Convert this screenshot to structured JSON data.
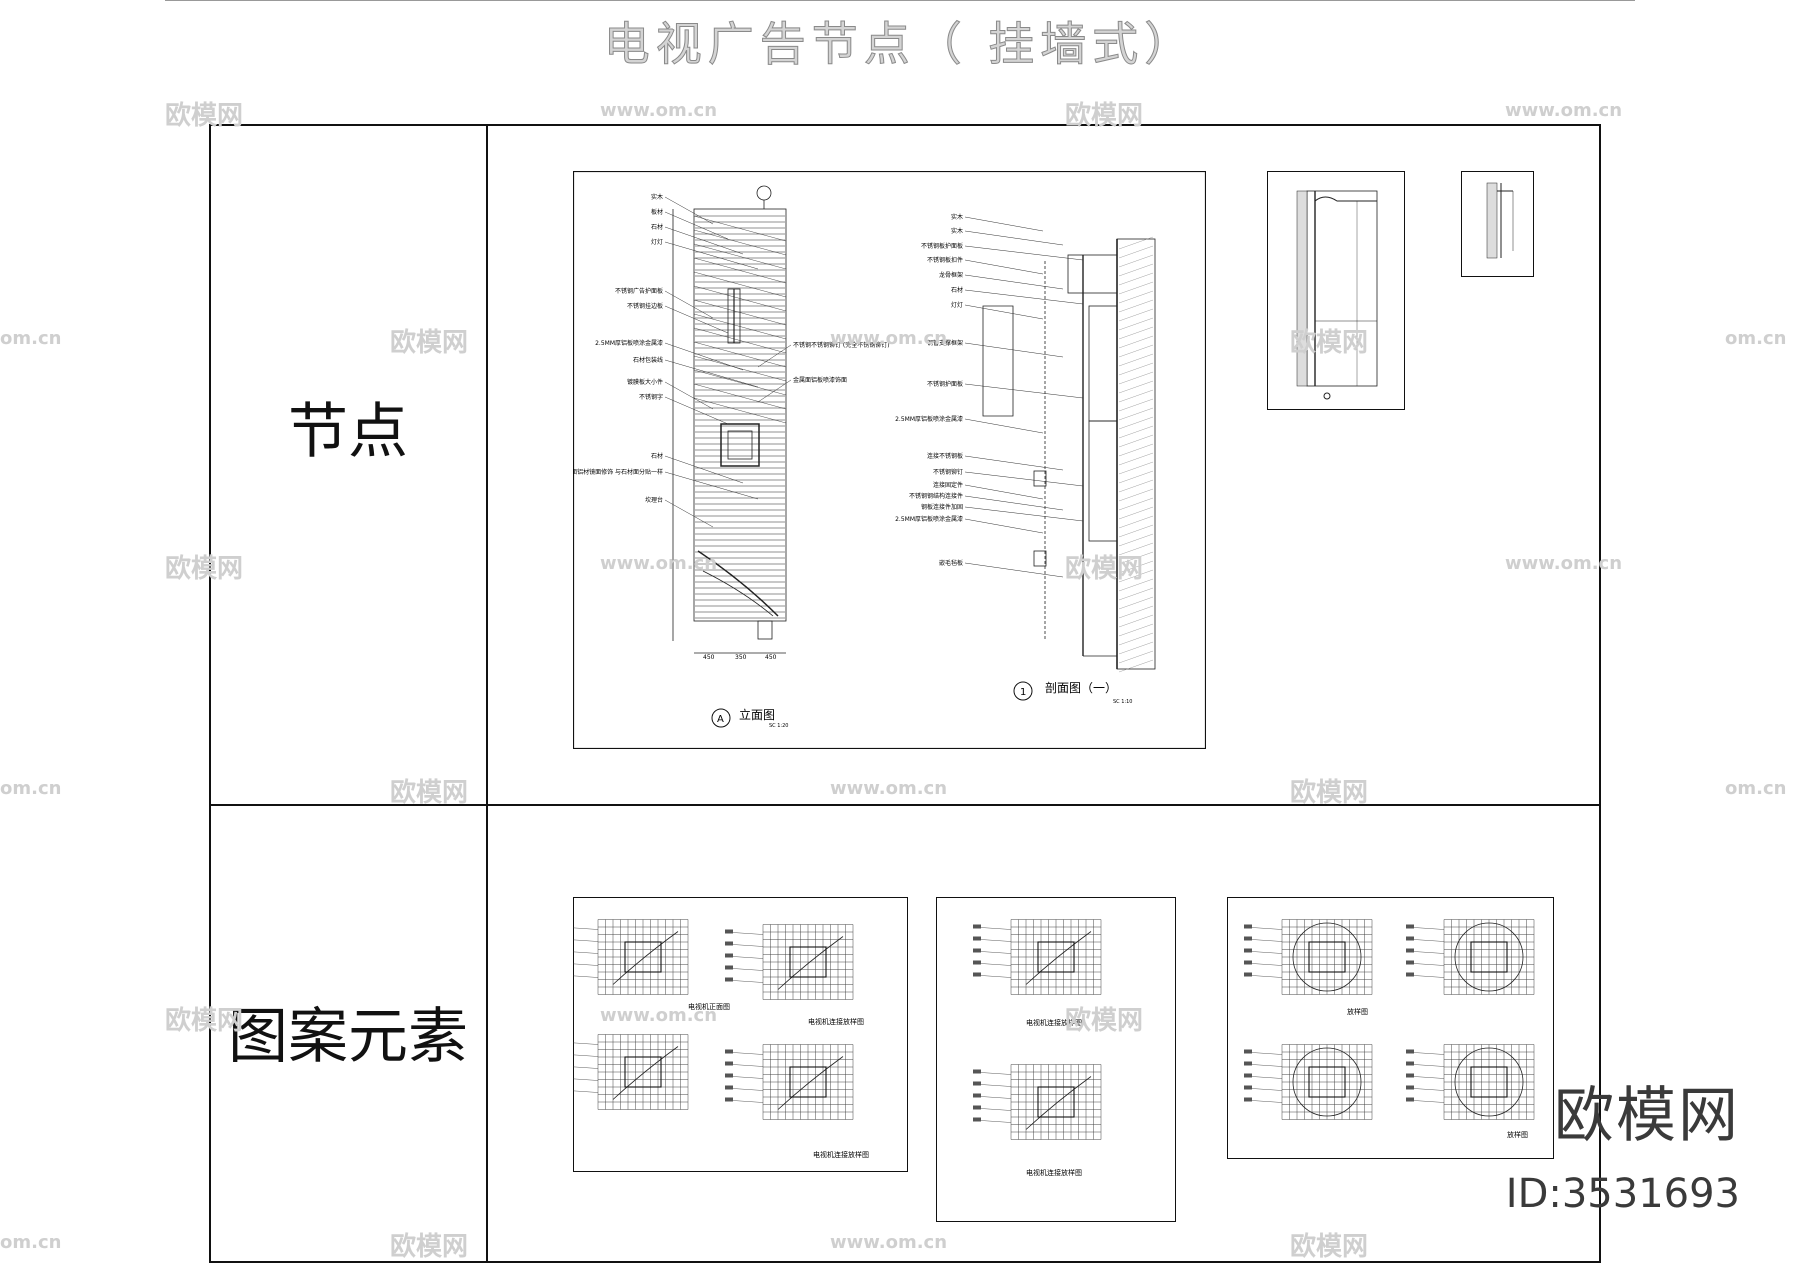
{
  "title": "电视广告节点（ 挂墙式）",
  "rows": [
    {
      "label": "节点"
    },
    {
      "label": "图案元素"
    }
  ],
  "elevation": {
    "caption": "立面图",
    "marker": "A",
    "scale": "SC 1:20",
    "dims": [
      "450",
      "350",
      "450"
    ],
    "callouts_left": [
      "实木",
      "板材",
      "石材",
      "灯灯",
      "不锈钢广告护面板",
      "不锈钢挂边板",
      "2.5MM厚铝板喷涂金属漆",
      "石材包装线",
      "镀膜板大小件",
      "不锈钢字",
      "石材",
      "果面铝材镜面修饰 与石材面分贴一样",
      "坎理台"
    ],
    "callouts_right": [
      "不锈钢不锈钢铆钉 (完全不锈钢铆钉)",
      "金属面铝板喷漆饰面"
    ]
  },
  "section": {
    "caption": "剖面图（一）",
    "marker": "1",
    "scale": "SC 1:10",
    "callouts": [
      "实木",
      "实木",
      "不锈钢板护面板",
      "不锈钢板扣件",
      "龙骨框架",
      "石材",
      "灯灯",
      "钢管支撑框架",
      "不锈钢护面板",
      "2.5MM厚铝板喷涂金属漆",
      "连接不锈钢板",
      "不锈钢铆钉",
      "连接固定件",
      "不锈钢钢结构连接件",
      "钢板连接件加固",
      "2.5MM厚铝板喷涂金属漆",
      "嵌毛毡板"
    ]
  },
  "pattern_sheets": [
    {
      "captions": [
        "电视机正面图",
        "电视机连接放样图",
        "电视机连接放样图"
      ]
    },
    {
      "captions": [
        "电视机连接放样图",
        "电视机连接放样图"
      ]
    },
    {
      "captions": [
        "放样图",
        "放样图"
      ]
    }
  ],
  "watermark": {
    "logo": "欧模网",
    "id": "ID:3531693",
    "tile_cn": "欧模网",
    "tile_url": "www.om.cn",
    "tile_url_short": "om.cn"
  }
}
